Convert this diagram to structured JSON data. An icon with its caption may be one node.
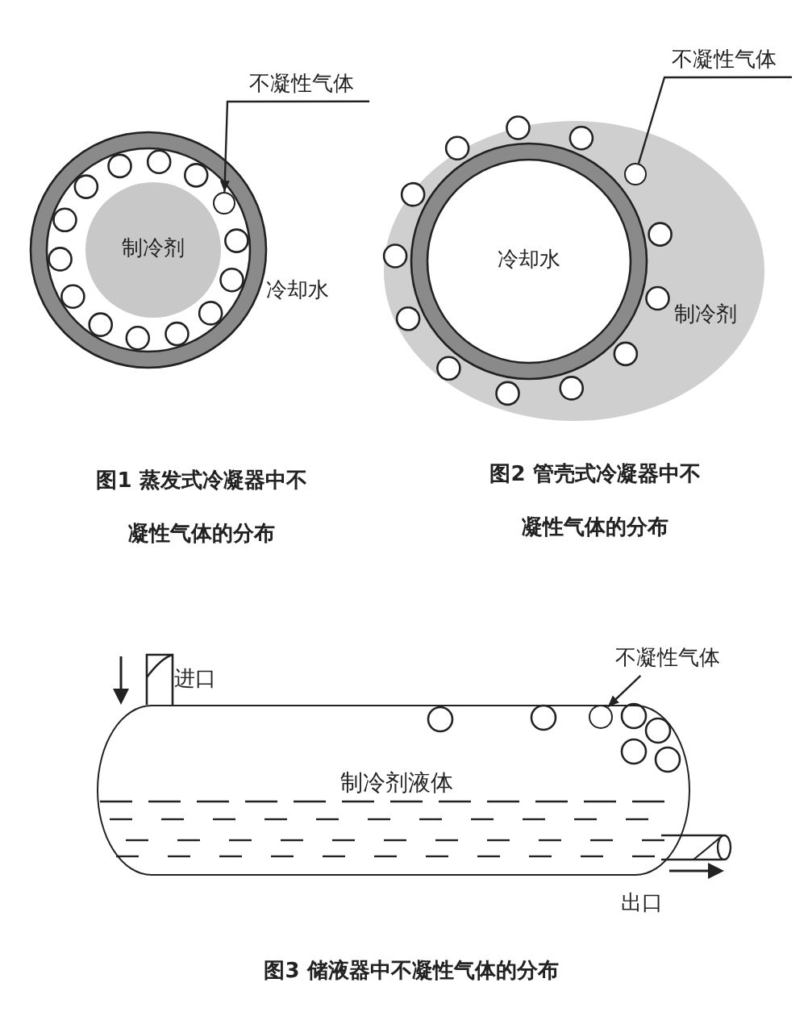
{
  "diagram": {
    "nodes": [
      {
        "text": [
          "不凝性气体"
        ]
      },
      {
        "text": [],
        "shape": "circle"
      },
      {
        "text": [
          "制冷剂"
        ]
      },
      {
        "text": [
          "不凝性气体"
        ]
      },
      {
        "text": [],
        "shape": "circle"
      },
      {
        "text": [
          "冷却水"
        ]
      },
      {
        "text": [
          "制冷剂液体"
        ]
      },
      {
        "text": [
          "不凝性气体"
        ]
      },
      {
        "text": [],
        "shape": "circle",
        "in": 6
      }
    ],
    "edges": [
      {
        "from": 0,
        "to": 1,
        "arrow": "to"
      },
      {
        "from": 3,
        "to": 4,
        "arrow": "none"
      },
      {
        "from": 7,
        "to": 8,
        "arrow": "to"
      }
    ],
    "labels": [
      "冷却水",
      "制冷剂",
      "图1 蒸发式冷凝器中不凝性气体的分布",
      "图2 管壳式冷凝器中不凝性气体的分布",
      "进口",
      "出口",
      "图3 储液器中不凝性气体的分布"
    ]
  }
}
